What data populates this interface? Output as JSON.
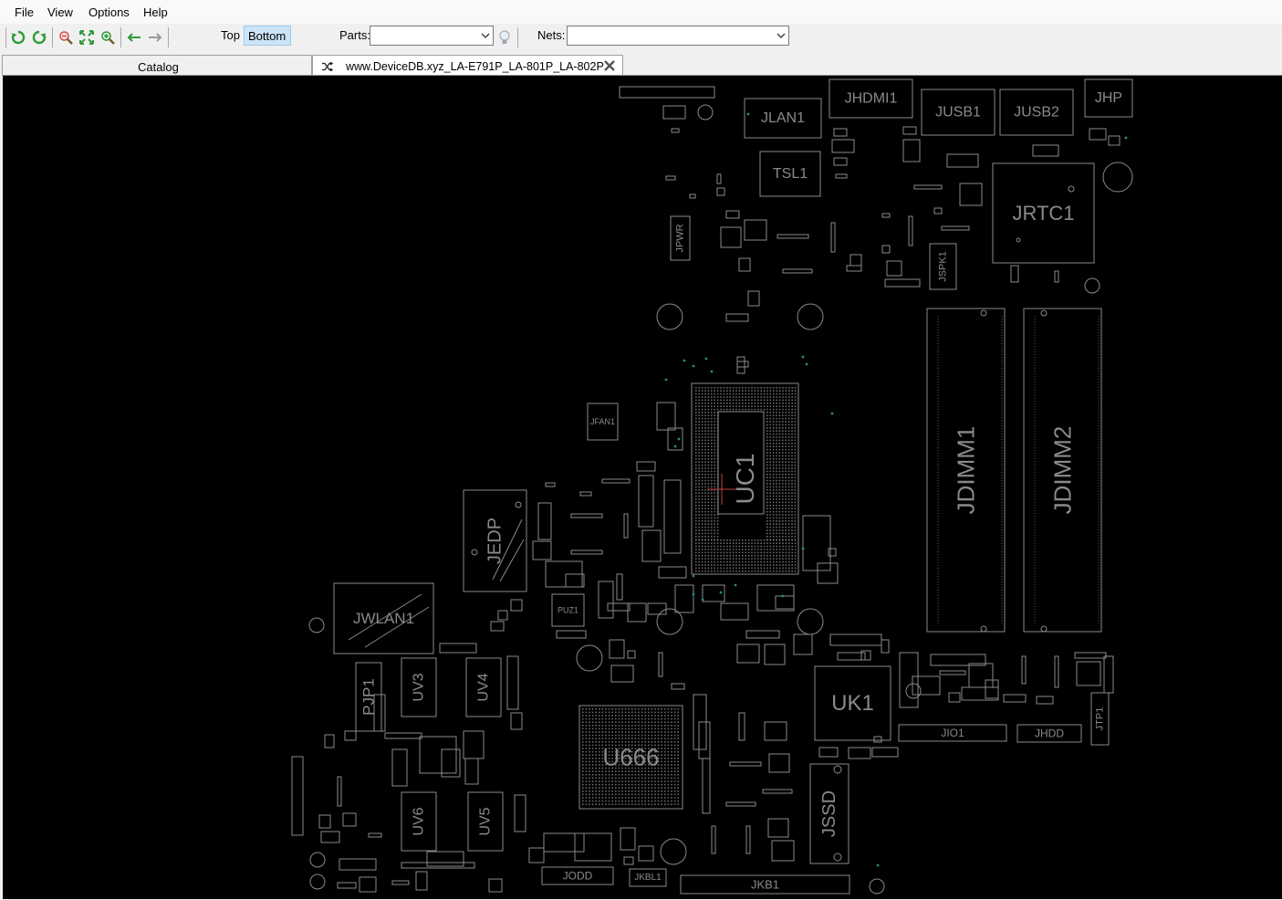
{
  "menu": {
    "file": "File",
    "view": "View",
    "options": "Options",
    "help": "Help"
  },
  "toolbar": {
    "icons": [
      "rotate-left-icon",
      "rotate-right-icon",
      "zoom-out-icon",
      "fit-view-icon",
      "zoom-in-icon",
      "back-arrow-icon",
      "forward-arrow-icon"
    ],
    "side_top": "Top",
    "side_bottom": "Bottom",
    "active_side": "Bottom",
    "parts_label": "Parts:",
    "parts_value": "",
    "nets_label": "Nets:",
    "nets_value": ""
  },
  "tabs": {
    "catalog": "Catalog",
    "document": "www.DeviceDB.xyz_LA-E791P_LA-801P_LA-802P"
  },
  "board": {
    "components": [
      {
        "id": "jhdmi1",
        "label": "JHDMI1"
      },
      {
        "id": "jusb1",
        "label": "JUSB1"
      },
      {
        "id": "jusb2",
        "label": "JUSB2"
      },
      {
        "id": "jhp",
        "label": "JHP"
      },
      {
        "id": "jlan1",
        "label": "JLAN1"
      },
      {
        "id": "tsl1",
        "label": "TSL1"
      },
      {
        "id": "jrtc1",
        "label": "JRTC1"
      },
      {
        "id": "jpwr",
        "label": "JPWR"
      },
      {
        "id": "jspk1",
        "label": "JSPK1"
      },
      {
        "id": "jfan1",
        "label": "JFAN1"
      },
      {
        "id": "uc1",
        "label": "UC1"
      },
      {
        "id": "jdimm1",
        "label": "JDIMM1"
      },
      {
        "id": "jdimm2",
        "label": "JDIMM2"
      },
      {
        "id": "jedp",
        "label": "JEDP"
      },
      {
        "id": "jwlan1",
        "label": "JWLAN1"
      },
      {
        "id": "puz1",
        "label": "PUZ1"
      },
      {
        "id": "pjp1",
        "label": "PJP1"
      },
      {
        "id": "uv3",
        "label": "UV3"
      },
      {
        "id": "uv4",
        "label": "UV4"
      },
      {
        "id": "u666",
        "label": "U666"
      },
      {
        "id": "uk1",
        "label": "UK1"
      },
      {
        "id": "jio1",
        "label": "JIO1"
      },
      {
        "id": "jhdd",
        "label": "JHDD"
      },
      {
        "id": "jtp1",
        "label": "JTP1"
      },
      {
        "id": "jssd",
        "label": "JSSD"
      },
      {
        "id": "uv6",
        "label": "UV6"
      },
      {
        "id": "uv5",
        "label": "UV5"
      },
      {
        "id": "jodd",
        "label": "JODD"
      },
      {
        "id": "jkbl1",
        "label": "JKBL1"
      },
      {
        "id": "jkb1",
        "label": "JKB1"
      }
    ]
  }
}
